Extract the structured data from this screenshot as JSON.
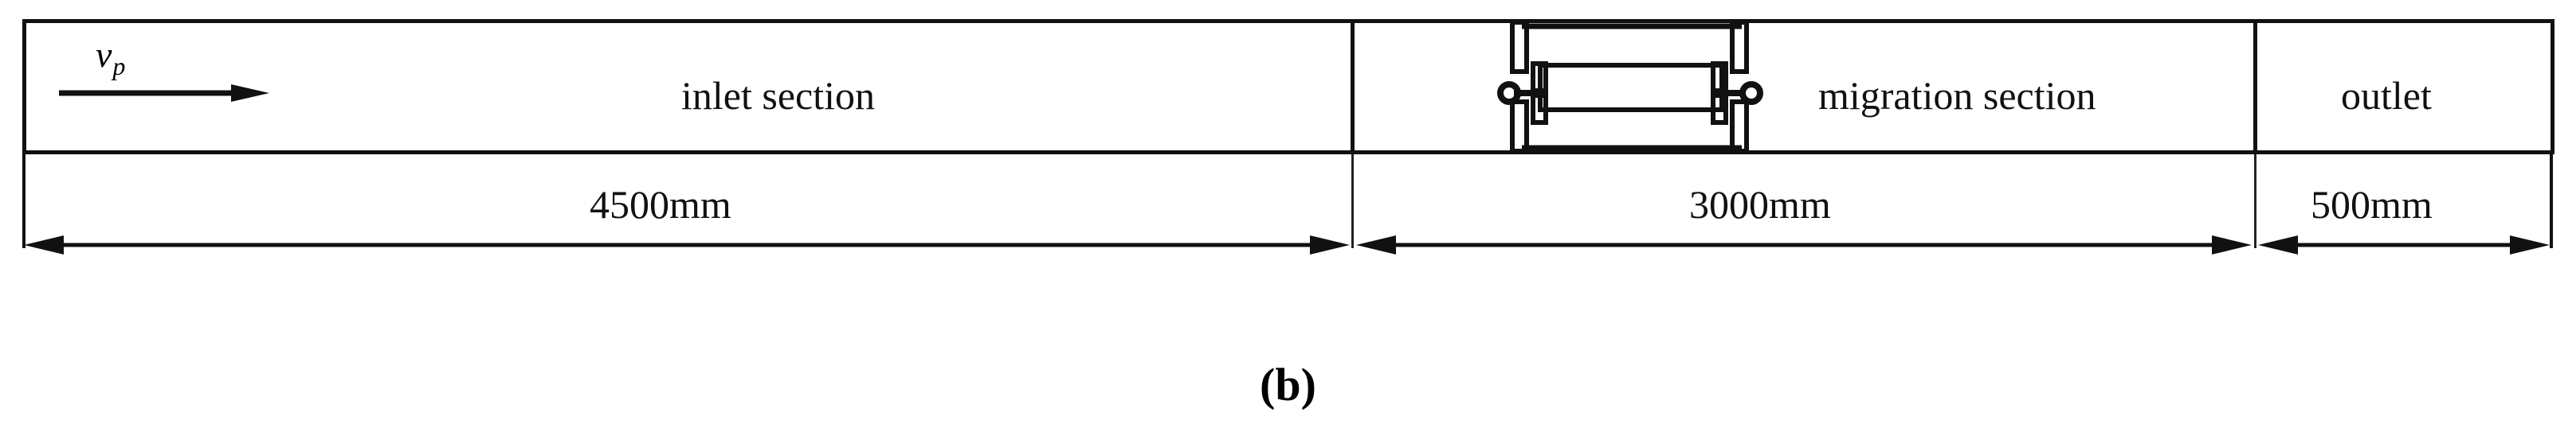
{
  "figure": {
    "caption": "(b)",
    "description": "Schematic of duct with inlet section, migration section and outlet"
  },
  "flow": {
    "velocity_symbol": "v",
    "velocity_subscript": "p",
    "arrow_direction": "right"
  },
  "sections": [
    {
      "id": "inlet",
      "label": "inlet section",
      "dimension": "4500mm"
    },
    {
      "id": "migration",
      "label": "migration section",
      "dimension": "3000mm"
    },
    {
      "id": "outlet",
      "label": "outlet",
      "dimension": "500mm"
    }
  ],
  "dimensions": {
    "inlet": "4500mm",
    "migration": "3000mm",
    "outlet": "500mm"
  },
  "apparatus": {
    "name": "electrode-assembly",
    "left_terminal": "terminal-dot",
    "right_terminal": "terminal-dot"
  },
  "colors": {
    "line": "#111111",
    "background": "#ffffff",
    "text": "#111111"
  }
}
